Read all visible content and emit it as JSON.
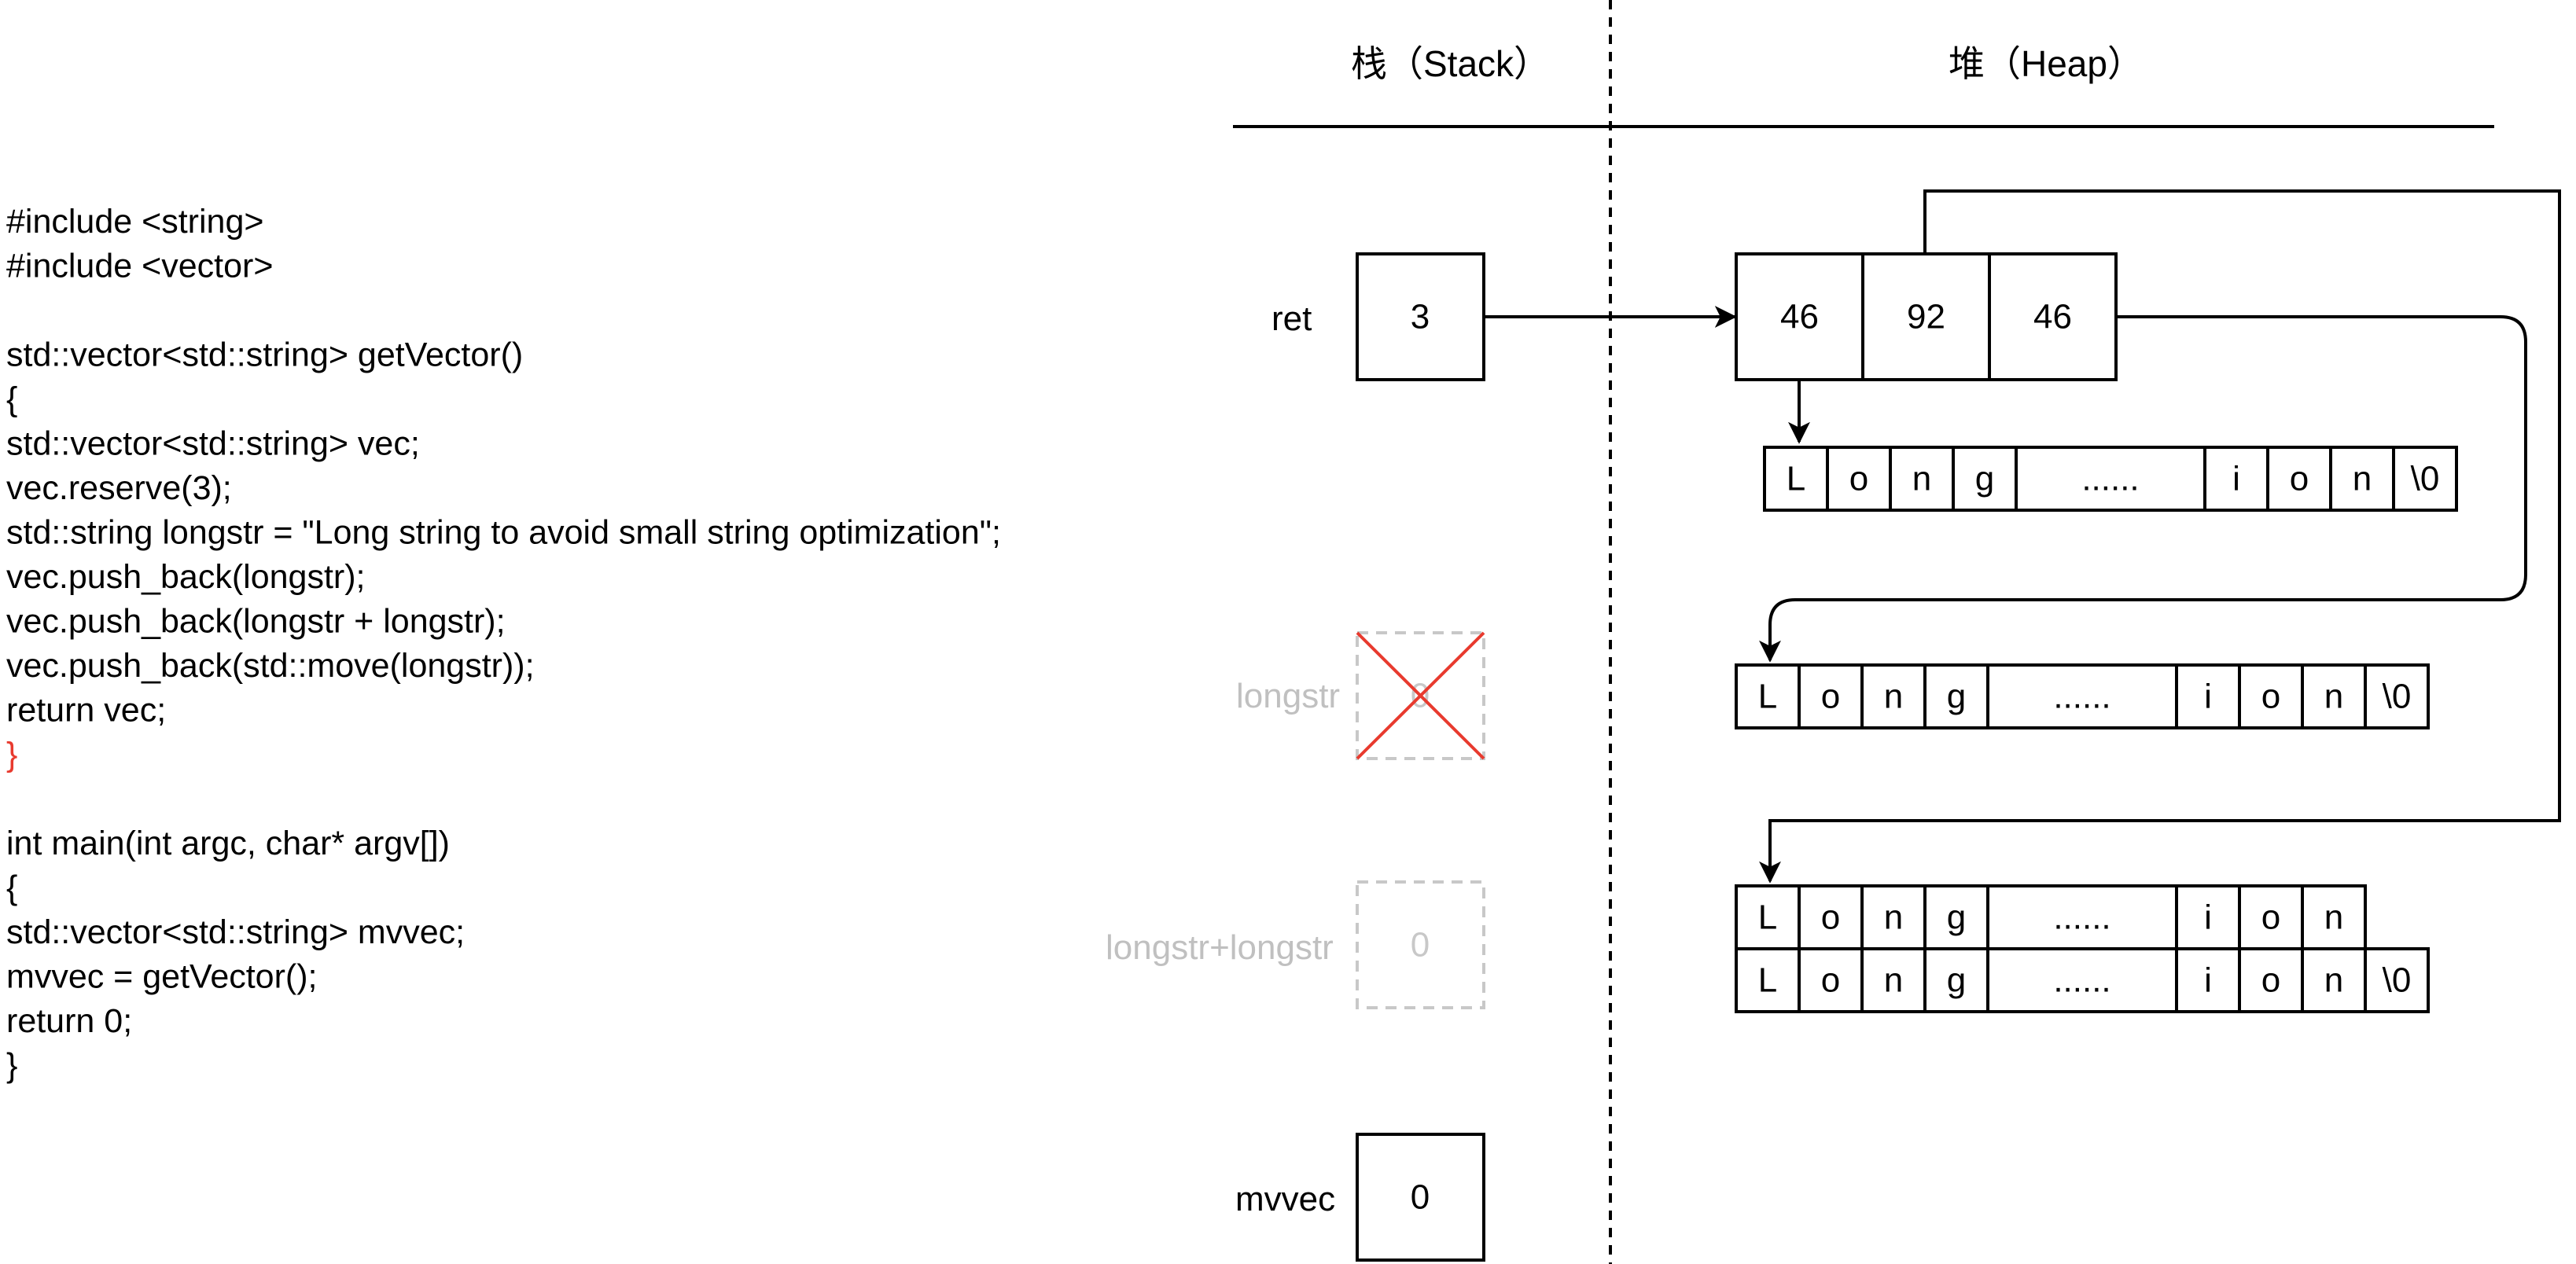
{
  "code": {
    "lines": [
      "#include <string>",
      "#include <vector>",
      "",
      "std::vector<std::string> getVector()",
      "{",
      "  std::vector<std::string> vec;",
      "  vec.reserve(3);",
      "  std::string longstr = \"Long string to avoid small string optimization\";",
      "  vec.push_back(longstr);",
      "  vec.push_back(longstr + longstr);",
      "  vec.push_back(std::move(longstr));",
      "  return vec;",
      "}",
      "",
      "int main(int argc, char* argv[])",
      "{",
      "  std::vector<std::string> mvvec;",
      "  mvvec = getVector();",
      "  return 0;",
      "}"
    ],
    "highlight_line": 12,
    "highlight_color": "#e83a2e"
  },
  "headers": {
    "stack": "栈（Stack）",
    "heap": "堆（Heap）"
  },
  "stack": {
    "ret": {
      "label": "ret",
      "value": "3"
    },
    "longstr": {
      "label": "longstr",
      "value": "0",
      "destroyed": true
    },
    "longstr_longstr": {
      "label": "longstr+longstr",
      "value": "0"
    },
    "mvvec": {
      "label": "mvvec",
      "value": "0"
    }
  },
  "heap": {
    "vector_cells": [
      "46",
      "92",
      "46"
    ],
    "string1": [
      "L",
      "o",
      "n",
      "g",
      "......",
      "i",
      "o",
      "n",
      "\\0"
    ],
    "string2": [
      "L",
      "o",
      "n",
      "g",
      "......",
      "i",
      "o",
      "n",
      "\\0"
    ],
    "string3a": [
      "L",
      "o",
      "n",
      "g",
      "......",
      "i",
      "o",
      "n"
    ],
    "string3b": [
      "L",
      "o",
      "n",
      "g",
      "......",
      "i",
      "o",
      "n",
      "\\0"
    ]
  },
  "colors": {
    "cross": "#e83a2e",
    "faded": "#c0c0c0"
  }
}
